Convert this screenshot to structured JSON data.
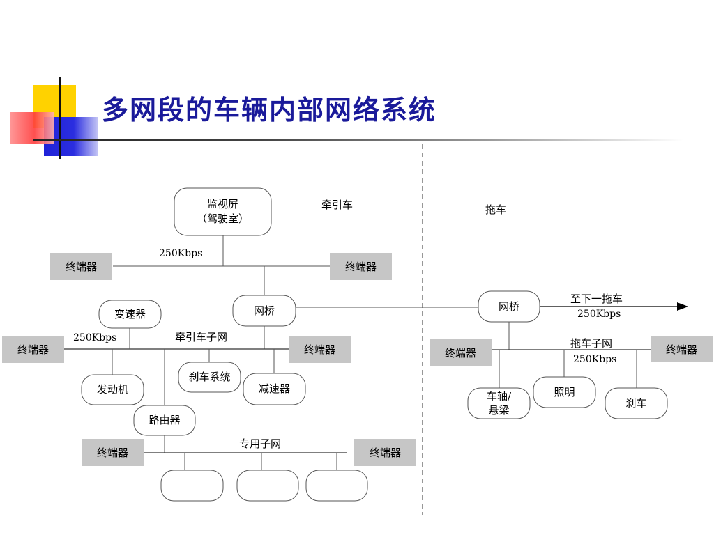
{
  "title": "多网段的车辆内部网络系统",
  "colors": {
    "title": "#1a1a9a",
    "terminal_fill": "#c6c6c6",
    "deco_yellow": "#ffd200",
    "deco_blue": "#1f22d8",
    "deco_red": "#ff3c3c"
  },
  "sections": {
    "tractor": "牵引车",
    "trailer": "拖车"
  },
  "nodes": {
    "monitor_line1": "监视屏",
    "monitor_line2": "（驾驶室）",
    "bridge_tractor": "网桥",
    "bridge_trailer": "网桥",
    "transmission": "变速器",
    "brake_system": "刹车系统",
    "retarder": "减速器",
    "engine": "发动机",
    "router": "路由器",
    "axle_line1": "车轴/",
    "axle_line2": "悬梁",
    "lighting": "照明",
    "brake": "刹车"
  },
  "terminal_label": "终端器",
  "buses": {
    "main_rate": "250Kbps",
    "tractor_subnet": "牵引车子网",
    "tractor_subnet_rate": "250Kbps",
    "dedicated_subnet": "专用子网",
    "trailer_subnet": "拖车子网",
    "trailer_subnet_rate": "250Kbps",
    "next_trailer": "至下一拖车",
    "next_trailer_rate": "250Kbps"
  }
}
